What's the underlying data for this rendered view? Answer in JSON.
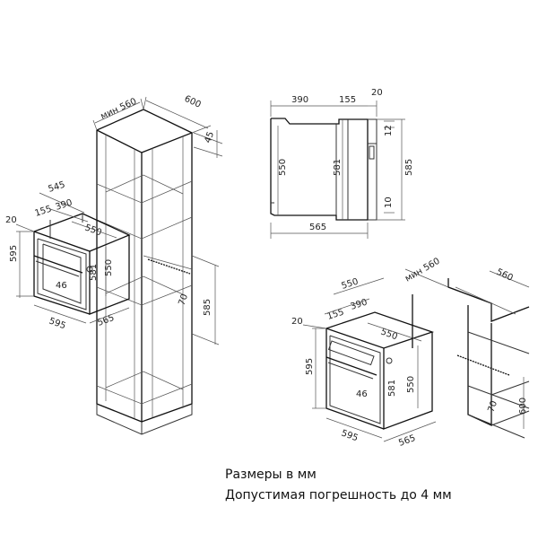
{
  "notes": {
    "units": "Размеры в мм",
    "tolerance": "Допустимая погрешность до 4 мм"
  },
  "tall_cabinet": {
    "min_width": "мин 560",
    "depth": "600",
    "back_gap": "45",
    "niche_height": "585",
    "vent": "70"
  },
  "oven_left": {
    "depth_total": "545",
    "front_offset": "20",
    "panel": "155",
    "body_depth_top": "390",
    "body_depth": "550",
    "side_height": "550",
    "front_height": "595",
    "inner_height": "581",
    "handle": "46",
    "front_width": "595",
    "body_width": "565"
  },
  "side_view": {
    "top_depth": "390",
    "top_panel": "155",
    "top_offset": "20",
    "top_step": "12",
    "height_back": "550",
    "height_mid": "581",
    "height_total": "585",
    "bottom_step": "10",
    "width_bottom": "565"
  },
  "oven_right": {
    "front_offset": "20",
    "panel": "155",
    "body_depth_top": "390",
    "depth_550": "550",
    "side_depth": "550",
    "front_height": "595",
    "inner_height": "581",
    "side_height": "550",
    "handle": "46",
    "front_width": "595",
    "body_width": "565"
  },
  "under_counter": {
    "min_width": "мин 560",
    "depth": "560",
    "vent": "70",
    "height": "600"
  }
}
